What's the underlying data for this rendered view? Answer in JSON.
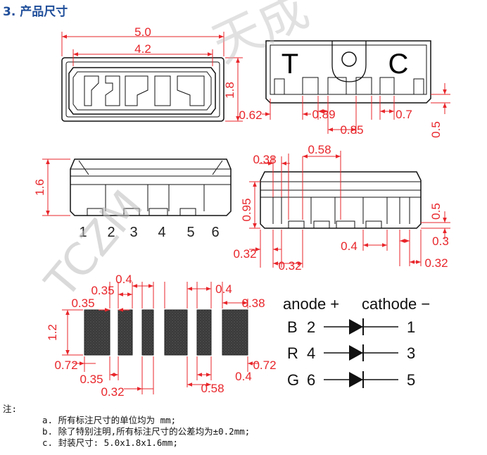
{
  "title": "3. 产品尺寸",
  "watermark": {
    "brand": "TCZM",
    "cn": "天成"
  },
  "top_view": {
    "length": "5.0",
    "pitch": "4.2",
    "height": "1.8"
  },
  "front_view": {
    "letters": {
      "left": "T",
      "right": "C"
    },
    "dims": {
      "d062": "0.62",
      "d089": "0.89",
      "d07": "0.7",
      "d085": "0.85",
      "d05": "0.5"
    }
  },
  "side_view": {
    "height": "1.6",
    "pins": [
      "1",
      "2",
      "3",
      "4",
      "5",
      "6"
    ]
  },
  "bottom_view": {
    "dims": {
      "d038": "0.38",
      "d058": "0.58",
      "d095": "0.95",
      "d05": "0.5",
      "d032a": "0.32",
      "d032b": "0.32",
      "d04": "0.4",
      "d03": "0.3",
      "d032c": "0.32"
    }
  },
  "footprint": {
    "dims": {
      "top04": "0.4",
      "top035a": "0.35",
      "top035b": "0.35",
      "top04b": "0.4",
      "top038": "0.38",
      "h12": "1.2",
      "b072a": "0.72",
      "b035": "0.35",
      "b032": "0.32",
      "b058": "0.58",
      "b04": "0.4",
      "b072b": "0.72"
    }
  },
  "legend": {
    "anode": "anode +",
    "cathode": "cathode −",
    "rows": [
      {
        "color": "B",
        "anode_pin": "2",
        "cathode_pin": "1"
      },
      {
        "color": "R",
        "anode_pin": "4",
        "cathode_pin": "3"
      },
      {
        "color": "G",
        "anode_pin": "6",
        "cathode_pin": "5"
      }
    ]
  },
  "notes": {
    "label": "注:",
    "items": [
      "a. 所有标注尺寸的单位均为 mm;",
      "b. 除了特别注明,所有标注尺寸的公差均为±0.2mm;",
      "c. 封装尺寸: 5.0x1.8x1.6mm;"
    ]
  },
  "colors": {
    "dimension": "#e8262b",
    "title": "#1f4e9a",
    "pad": "#3a3a3a"
  }
}
